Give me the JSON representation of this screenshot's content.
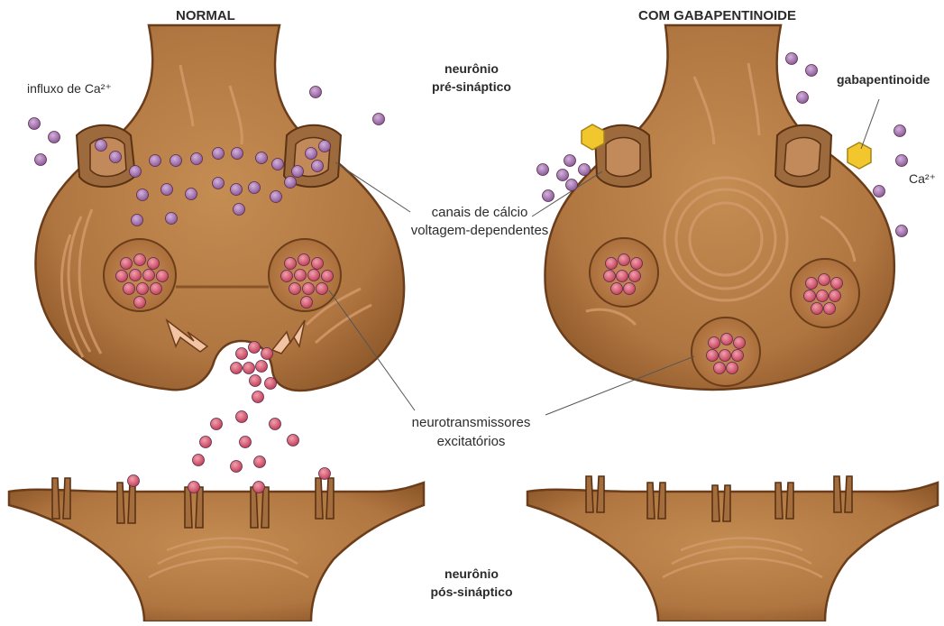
{
  "titles": {
    "normal": "NORMAL",
    "with_drug": "COM GABAPENTINOIDE"
  },
  "labels": {
    "presynaptic_line1": "neurônio",
    "presynaptic_line2": "pré-sináptico",
    "postsynaptic_line1": "neurônio",
    "postsynaptic_line2": "pós-sináptico",
    "calcium_influx": "influxo de Ca²⁺",
    "calcium_channels_line1": "canais de cálcio",
    "calcium_channels_line2": "voltagem-dependentes",
    "neurotransmitters_line1": "neurotransmissores",
    "neurotransmitters_line2": "excitatórios",
    "gabapentinoid": "gabapentinoide",
    "calcium_ion": "Ca²⁺"
  },
  "colors": {
    "neuron_fill": "#b37a42",
    "neuron_dark": "#8a5427",
    "neuron_outline": "#6b3d1a",
    "organelle": "#c98a5c",
    "calcium": "#a274ad",
    "neurotransmitter": "#d9576e",
    "drug": "#f2c72e"
  }
}
